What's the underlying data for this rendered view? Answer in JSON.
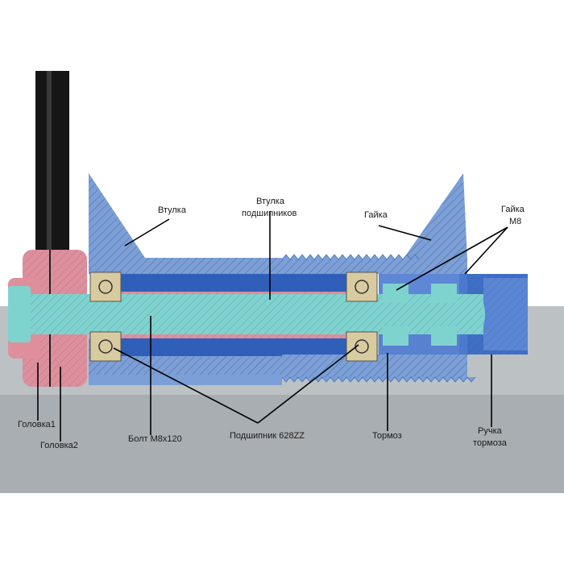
{
  "labels": {
    "vtulka": "Втулка",
    "vtulka_podshipnikov_1": "Втулка",
    "vtulka_podshipnikov_2": "подшипников",
    "gaika": "Гайка",
    "gaika_m8_1": "Гайка",
    "gaika_m8_2": "M8",
    "golovka1": "Головка1",
    "golovka2": "Головка2",
    "bolt": "Болт M8x120",
    "podshipnik": "Подшипник 628ZZ",
    "tormoz": "Тормоз",
    "ruchka_1": "Ручка",
    "ruchka_2": "тормоза"
  },
  "colors": {
    "blue_part": "#7b9fd6",
    "blue_dark": "#3f6fc4",
    "pink_part": "#df8f9c",
    "cyan_part": "#7fd3cf",
    "bearing": "#d9cba0",
    "rod": "#1a1a1a",
    "background_grey": "#b5babe"
  }
}
